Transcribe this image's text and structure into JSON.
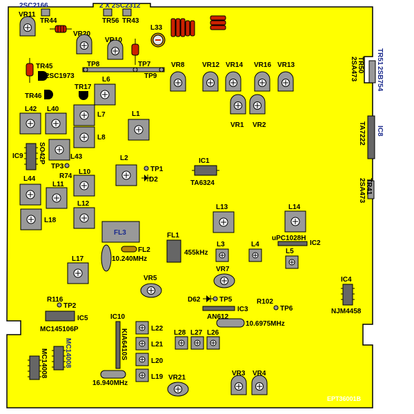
{
  "colors": {
    "board": "#ffff00",
    "outline": "#000000",
    "coil": "#cc2200",
    "ic": "#666666",
    "ceramic": "#999999",
    "gold": "#b8860b",
    "blue": "#1a2a8c"
  },
  "top": {
    "q_2sc2166": "2SC2166",
    "q_2x2sc2312": "2 X 2SC2312",
    "tr44": "TR44",
    "tr56": "TR56",
    "tr43": "TR43"
  },
  "vr": {
    "vr11": "VR11",
    "vr20": "VR20",
    "vr10": "VR10",
    "vr8": "VR8",
    "vr12": "VR12",
    "vr14": "VR14",
    "vr16": "VR16",
    "vr13": "VR13",
    "vr1": "VR1",
    "vr2": "VR2",
    "vr5": "VR5",
    "vr7": "VR7",
    "vr21": "VR21",
    "vr3": "VR3",
    "vr4": "VR4"
  },
  "coils": {
    "l33": "L33",
    "l6": "L6",
    "l42": "L42",
    "l40": "L40",
    "l7": "L7",
    "l8": "L8",
    "l1": "L1",
    "l43": "L43",
    "l2": "L2",
    "l10": "L10",
    "l44": "L44",
    "l11": "L11",
    "l12": "L12",
    "l18": "L18",
    "l13": "L13",
    "l14": "L14",
    "l3": "L3",
    "l4": "L4",
    "l5": "L5",
    "l17": "L17",
    "l22": "L22",
    "l21": "L21",
    "l20": "L20",
    "l19": "L19",
    "l28": "L28",
    "l27": "L27",
    "l26": "L26"
  },
  "transistors": {
    "tr45": "TR45",
    "q_2sc1973": "2SC1973",
    "tr46": "TR46",
    "tr17": "TR17",
    "tr51": "TR51",
    "q_2sb754": "2SB754",
    "tr50": "TR50",
    "q_2sa473a": "2SA473",
    "q_2sa473b": "2SA473",
    "tr41": "TR41"
  },
  "testpoints": {
    "tp8": "TP8",
    "tp7": "TP7",
    "tp9": "TP9",
    "tp3": "TP3",
    "tp1": "TP1",
    "tp2": "TP2",
    "tp5": "TP5",
    "tp6": "TP6"
  },
  "ics": {
    "ic9": "IC9",
    "so42p": "SO42P",
    "ic8": "IC8",
    "ta7222": "TA7222",
    "ic1": "IC1",
    "ta6324": "TA6324",
    "ic2": "IC2",
    "upc1028h": "uPC1028H",
    "ic4": "IC4",
    "njm4458": "NJM4458",
    "ic5": "IC5",
    "mc145106p": "MC145106P",
    "ic3": "IC3",
    "an612": "AN612",
    "ic10": "IC10",
    "kia6410s": "KIA6410S",
    "mc14008a": "MC14008",
    "mc14008b": "MC14008"
  },
  "misc": {
    "r74": "R74",
    "d2": "D2",
    "fl3": "FL3",
    "fl2": "FL2",
    "f10240": "10.240MHz",
    "fl1": "FL1",
    "f455": "455kHz",
    "r116": "R116",
    "d62": "D62",
    "r102": "R102",
    "f106975": "10.6975MHz",
    "f16940": "16.940MHz",
    "ept": "EPT36001B"
  }
}
